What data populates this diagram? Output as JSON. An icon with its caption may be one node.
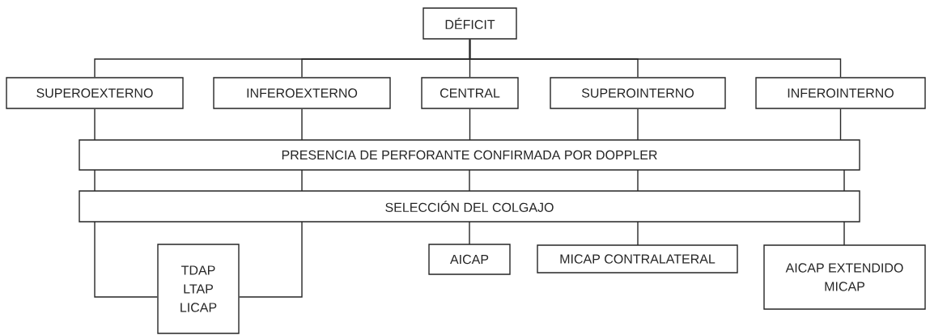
{
  "diagram": {
    "nodes": [
      {
        "text": [
          "DÉFICIT"
        ]
      },
      {
        "text": [
          "SUPEROEXTERNO"
        ]
      },
      {
        "text": [
          "INFEROEXTERNO"
        ]
      },
      {
        "text": [
          "CENTRAL"
        ]
      },
      {
        "text": [
          "SUPEROINTERNO"
        ]
      },
      {
        "text": [
          "INFEROINTERNO"
        ]
      },
      {
        "text": [
          "PRESENCIA DE PERFORANTE CONFIRMADA POR DOPPLER"
        ]
      },
      {
        "text": [
          "SELECCIÓN DEL COLGAJO"
        ]
      },
      {
        "text": [
          "TDAP",
          "LTAP",
          "LICAP"
        ]
      },
      {
        "text": [
          "AICAP"
        ]
      },
      {
        "text": [
          "MICAP CONTRALATERAL"
        ]
      },
      {
        "text": [
          "AICAP EXTENDIDO",
          "MICAP"
        ]
      }
    ],
    "edges": [
      {
        "from": 0,
        "to": 1,
        "arrow": "none"
      },
      {
        "from": 0,
        "to": 2,
        "arrow": "none"
      },
      {
        "from": 0,
        "to": 3,
        "arrow": "none"
      },
      {
        "from": 0,
        "to": 4,
        "arrow": "none"
      },
      {
        "from": 0,
        "to": 5,
        "arrow": "none"
      },
      {
        "from": 1,
        "to": 6,
        "arrow": "none"
      },
      {
        "from": 2,
        "to": 6,
        "arrow": "none"
      },
      {
        "from": 3,
        "to": 6,
        "arrow": "none"
      },
      {
        "from": 4,
        "to": 6,
        "arrow": "none"
      },
      {
        "from": 5,
        "to": 6,
        "arrow": "none"
      },
      {
        "from": 6,
        "to": 7,
        "arrow": "none"
      },
      {
        "from": 6,
        "to": 7,
        "arrow": "none"
      },
      {
        "from": 6,
        "to": 7,
        "arrow": "none"
      },
      {
        "from": 6,
        "to": 7,
        "arrow": "none"
      },
      {
        "from": 6,
        "to": 7,
        "arrow": "none"
      },
      {
        "from": 7,
        "to": 8,
        "arrow": "none"
      },
      {
        "from": 7,
        "to": 8,
        "arrow": "none"
      },
      {
        "from": 7,
        "to": 9,
        "arrow": "none"
      },
      {
        "from": 7,
        "to": 10,
        "arrow": "none"
      },
      {
        "from": 7,
        "to": 11,
        "arrow": "none"
      }
    ]
  }
}
